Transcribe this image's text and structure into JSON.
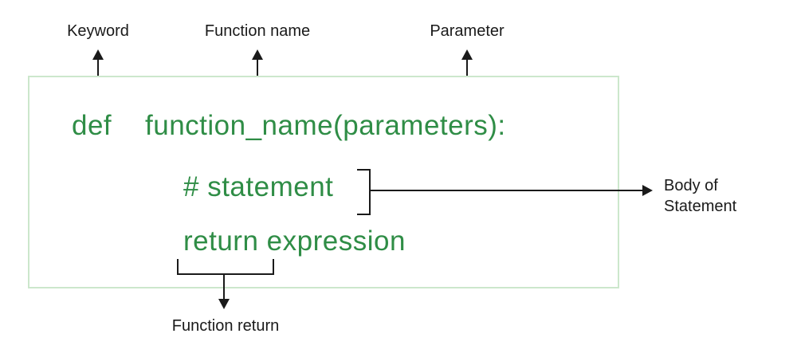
{
  "code": {
    "keyword": "def",
    "signature": "function_name(parameters):",
    "statement": "# statement",
    "return_line": "return expression"
  },
  "labels": {
    "keyword": "Keyword",
    "function_name": "Function name",
    "parameter": "Parameter",
    "body_line1": "Body of",
    "body_line2": "Statement",
    "function_return": "Function return"
  },
  "colors": {
    "code_green": "#2f8d46",
    "box_border_green": "#cce7cc",
    "annotation_black": "#1a1a1a"
  }
}
